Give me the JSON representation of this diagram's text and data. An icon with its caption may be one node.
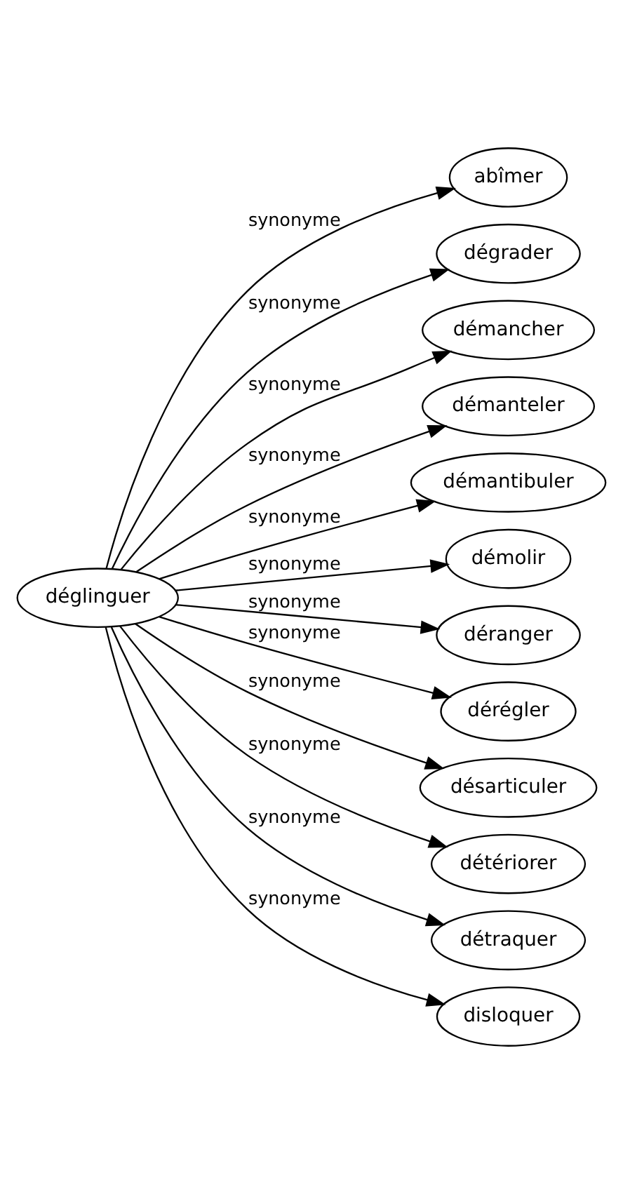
{
  "diagram": {
    "nodes": [
      {
        "text": [
          "déglinguer"
        ]
      },
      {
        "text": [
          "abîmer"
        ]
      },
      {
        "text": [
          "dégrader"
        ]
      },
      {
        "text": [
          "démancher"
        ]
      },
      {
        "text": [
          "démanteler"
        ]
      },
      {
        "text": [
          "démantibuler"
        ]
      },
      {
        "text": [
          "démolir"
        ]
      },
      {
        "text": [
          "déranger"
        ]
      },
      {
        "text": [
          "dérégler"
        ]
      },
      {
        "text": [
          "désarticuler"
        ]
      },
      {
        "text": [
          "détériorer"
        ]
      },
      {
        "text": [
          "détraquer"
        ]
      },
      {
        "text": [
          "disloquer"
        ]
      }
    ],
    "edges": [
      {
        "from": 0,
        "to": 1,
        "arrow": "to",
        "label": "synonyme"
      },
      {
        "from": 0,
        "to": 2,
        "arrow": "to",
        "label": "synonyme"
      },
      {
        "from": 0,
        "to": 3,
        "arrow": "to",
        "label": "synonyme"
      },
      {
        "from": 0,
        "to": 4,
        "arrow": "to",
        "label": "synonyme"
      },
      {
        "from": 0,
        "to": 5,
        "arrow": "to",
        "label": "synonyme"
      },
      {
        "from": 0,
        "to": 6,
        "arrow": "to",
        "label": "synonyme"
      },
      {
        "from": 0,
        "to": 7,
        "arrow": "to",
        "label": "synonyme"
      },
      {
        "from": 0,
        "to": 8,
        "arrow": "to",
        "label": "synonyme"
      },
      {
        "from": 0,
        "to": 9,
        "arrow": "to",
        "label": "synonyme"
      },
      {
        "from": 0,
        "to": 10,
        "arrow": "to",
        "label": "synonyme"
      },
      {
        "from": 0,
        "to": 11,
        "arrow": "to",
        "label": "synonyme"
      },
      {
        "from": 0,
        "to": 12,
        "arrow": "to",
        "label": "synonyme"
      }
    ]
  }
}
